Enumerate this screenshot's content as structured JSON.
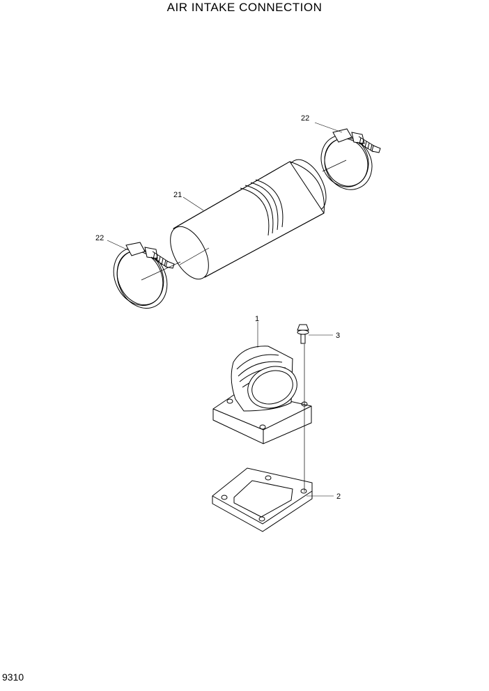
{
  "title": "AIR INTAKE CONNECTION",
  "page_code": "9310",
  "parts": [
    {
      "label": "1",
      "name": "elbow"
    },
    {
      "label": "2",
      "name": "gasket"
    },
    {
      "label": "3",
      "name": "bolt"
    },
    {
      "label": "21",
      "name": "hose"
    },
    {
      "label": "22",
      "name": "clamp"
    },
    {
      "label": "22",
      "name": "clamp"
    }
  ]
}
